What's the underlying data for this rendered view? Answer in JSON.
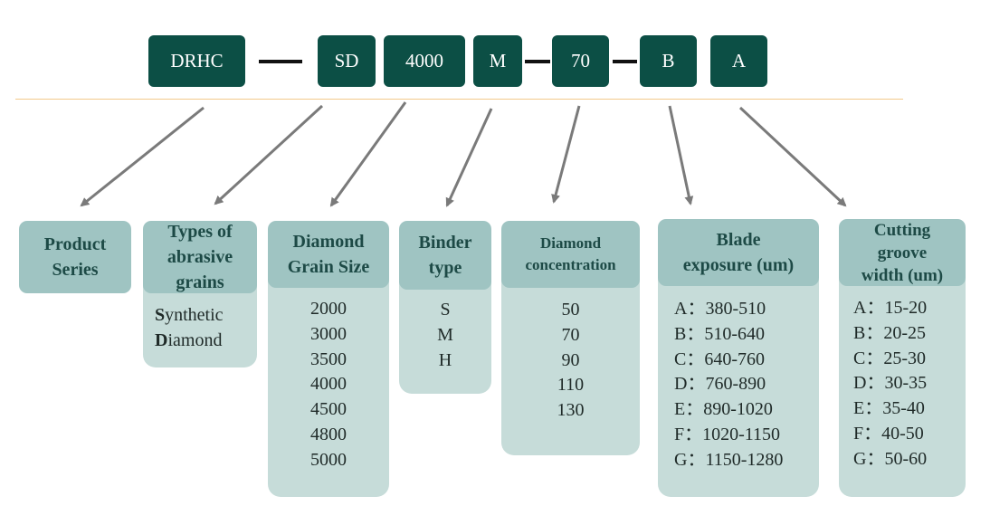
{
  "code_segments": {
    "product": "DRHC",
    "grain_type": "SD",
    "grain_size": "4000",
    "binder": "M",
    "concentration": "70",
    "exposure": "B",
    "groove_width": "A"
  },
  "categories": {
    "product_series": {
      "title_line1": "Product",
      "title_line2": "Series"
    },
    "abrasive": {
      "title_line1": "Types of",
      "title_line2": "abrasive",
      "title_line3": "grains",
      "value_line1_initial": "S",
      "value_line1_rest": "ynthetic",
      "value_line2_initial": "D",
      "value_line2_rest": "iamond"
    },
    "grain_size": {
      "title_line1": "Diamond",
      "title_line2": "Grain Size",
      "values": [
        "2000",
        "3000",
        "3500",
        "4000",
        "4500",
        "4800",
        "5000"
      ]
    },
    "binder": {
      "title_line1": "Binder",
      "title_line2": "type",
      "values": [
        "S",
        "M",
        "H"
      ]
    },
    "concentration": {
      "title_line1": "Diamond",
      "title_line2": "concentration",
      "values": [
        "50",
        "70",
        "90",
        "110",
        "130"
      ]
    },
    "exposure": {
      "title_line1": "Blade",
      "title_line2": "exposure (um)",
      "values": [
        "A：380-510",
        "B：510-640",
        "C：640-760",
        "D：760-890",
        "E：890-1020",
        "F：1020-1150",
        "G：1150-1280"
      ]
    },
    "groove_width": {
      "title_line1": "Cutting",
      "title_line2": "groove",
      "title_line3": "width (um)",
      "values": [
        "A：15-20",
        "B：20-25",
        "C：25-30",
        "D：30-35",
        "E：35-40",
        "F：40-50",
        "G：50-60"
      ]
    }
  },
  "colors": {
    "code_box": "#0c4f45",
    "header": "#9fc4c2",
    "list": "#c6dcd9",
    "arrow": "#7a7a7a",
    "divider": "#f2c98a"
  }
}
